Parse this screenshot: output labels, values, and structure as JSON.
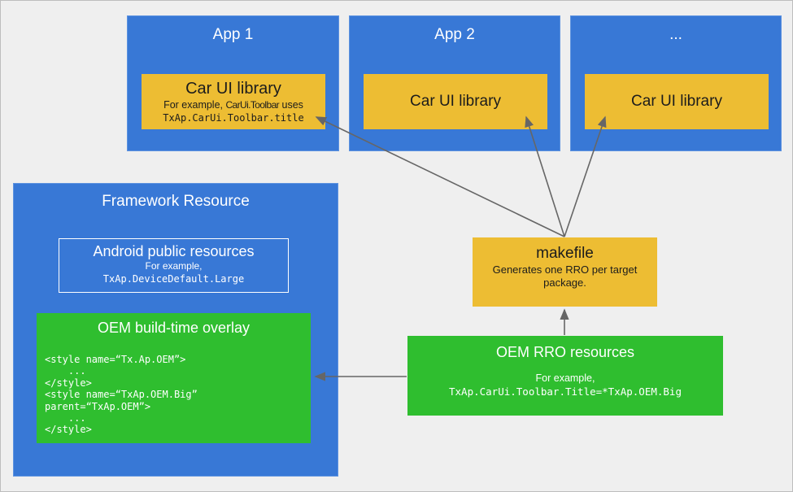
{
  "palette": {
    "blue": "#3878d6",
    "yellow": "#edbd33",
    "green": "#2fbe2f",
    "background": "#efefef",
    "arrow": "#666666"
  },
  "apps": [
    {
      "title": "App 1",
      "library": {
        "title": "Car UI library",
        "line2_prefix": "For example, ",
        "line2_code": "CarUi.Toolbar",
        "line2_suffix": " uses",
        "line3": "TxAp.CarUi.Toolbar.title"
      }
    },
    {
      "title": "App 2",
      "library": {
        "title": "Car UI library"
      }
    },
    {
      "title": "...",
      "library": {
        "title": "Car UI library"
      }
    }
  ],
  "framework": {
    "title": "Framework Resource",
    "public_resources": {
      "title": "Android public resources",
      "example_label": "For example,",
      "example_code": "TxAp.DeviceDefault.Large"
    },
    "overlay": {
      "title": "OEM build-time overlay",
      "code_lines": [
        "<style name=“Tx.Ap.OEM”>",
        "    ...",
        "</style>",
        "<style name=“TxAp.OEM.Big”",
        "parent=“TxAp.OEM”>",
        "    ...",
        "</style>"
      ]
    }
  },
  "makefile": {
    "title": "makefile",
    "subtitle": "Generates one RRO per target package."
  },
  "rro": {
    "title": "OEM RRO resources",
    "example_label": "For example,",
    "example_code": "TxAp.CarUi.Toolbar.Title=*TxAp.OEM.Big"
  }
}
